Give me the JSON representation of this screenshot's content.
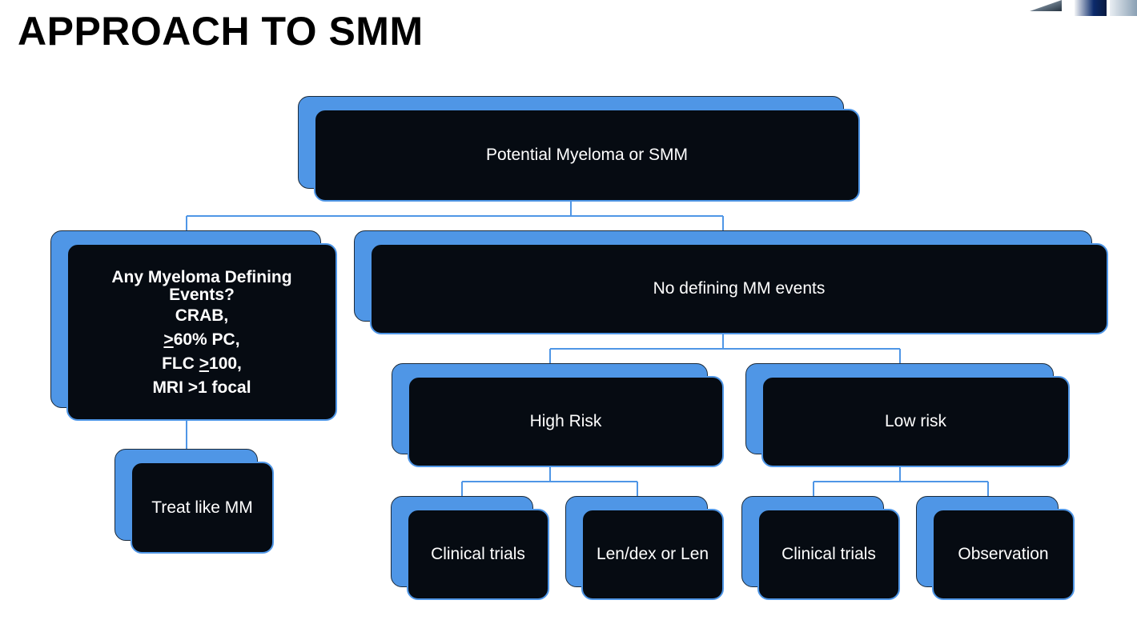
{
  "page": {
    "title": "APPROACH TO SMM"
  },
  "diagram": {
    "root": "Potential Myeloma or SMM",
    "defining_events": {
      "heading": "Any Myeloma Defining Events?",
      "crab": "CRAB,",
      "pc_symbol": ">",
      "pc_rest": "60% PC,",
      "flc_prefix": "FLC ",
      "flc_symbol": ">",
      "flc_rest": "100,",
      "mri": "MRI >1 focal"
    },
    "treat": "Treat like MM",
    "no_defining": "No defining MM events",
    "high_risk": "High Risk",
    "low_risk": "Low risk",
    "leaves": {
      "high_clinical": "Clinical trials",
      "high_len": "Len/dex or Len",
      "low_clinical": "Clinical trials",
      "low_observation": "Observation"
    }
  },
  "colors": {
    "box_back": "#4f96e6",
    "box_front": "#060b12",
    "connector": "#4f96e6"
  }
}
